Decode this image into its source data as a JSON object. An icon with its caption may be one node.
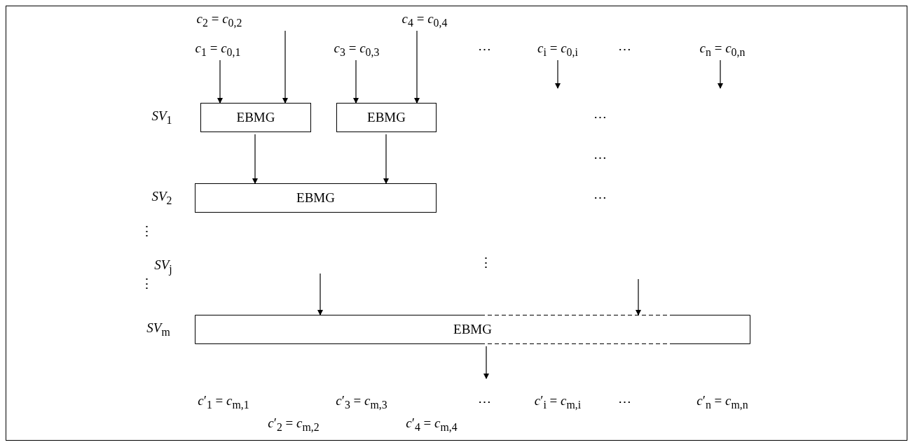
{
  "diagram": {
    "nodes": [
      {
        "text": [
          "*c*$_{2}$ = *c*$_{0,2}$"
        ]
      },
      {
        "text": [
          "*c*$_{4}$ = *c*$_{0,4}$"
        ]
      },
      {
        "text": [
          "*c*$_{1}$ = *c*$_{0,1}$"
        ]
      },
      {
        "text": [
          "*c*$_{3}$ = *c*$_{0,3}$"
        ]
      },
      {
        "text": [
          "*c*$_{i}$ = *c*$_{0,i}$"
        ]
      },
      {
        "text": [
          "*c*$_{n}$ = *c*$_{0,n}$"
        ]
      },
      {
        "text": [
          "EBMG"
        ]
      },
      {
        "text": [
          "EBMG"
        ]
      },
      {
        "text": [
          "EBMG"
        ]
      },
      {
        "text": [
          "EBMG"
        ]
      }
    ],
    "edges": [
      {
        "from": 2,
        "to": 6,
        "arrow": "to"
      },
      {
        "from": 0,
        "to": 6,
        "arrow": "to"
      },
      {
        "from": 3,
        "to": 7,
        "arrow": "to"
      },
      {
        "from": 1,
        "to": 7,
        "arrow": "to"
      },
      {
        "from": 4,
        "to": null,
        "arrow": "to"
      },
      {
        "from": 5,
        "to": null,
        "arrow": "to"
      },
      {
        "from": 6,
        "to": 8,
        "arrow": "to"
      },
      {
        "from": 7,
        "to": 8,
        "arrow": "to"
      },
      {
        "from": null,
        "to": 9,
        "arrow": "to"
      },
      {
        "from": null,
        "to": 9,
        "arrow": "to"
      },
      {
        "from": 9,
        "to": null,
        "arrow": "to"
      }
    ],
    "labels": [
      "⋯",
      "⋯",
      "*SV*$_{1}$",
      "⋯",
      "⋯",
      "*SV*$_{2}$",
      "⋯",
      "⋮",
      "*SV*$_{j}$",
      "⋮",
      "⋮",
      "*SV*$_{m}$",
      "*c*′$_{1}$ = *c*$_{m,1}$",
      "*c*′$_{3}$ = *c*$_{m,3}$",
      "⋯",
      "*c*′$_{i}$ = *c*$_{m,i}$",
      "⋯",
      "*c*′$_{n}$ = *c*$_{m,n}$",
      "*c*′$_{2}$ = *c*$_{m,2}$",
      "*c*′$_{4}$ = *c*$_{m,4}$"
    ]
  }
}
